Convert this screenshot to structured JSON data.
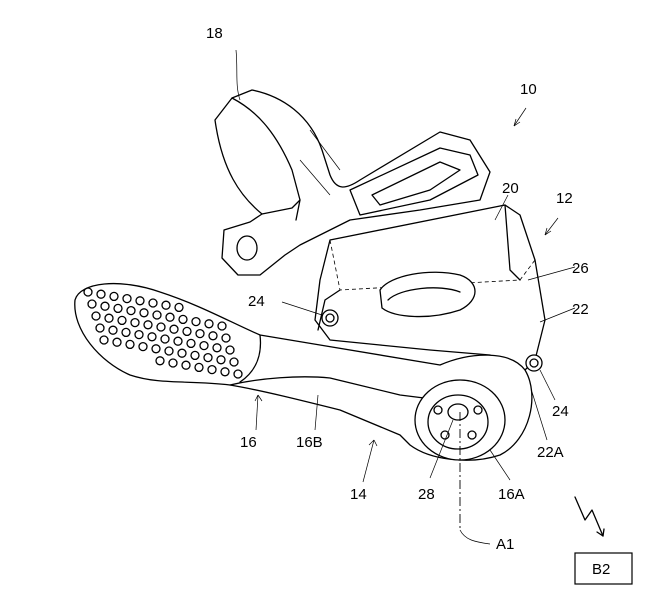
{
  "figure": {
    "labels": {
      "l18": "18",
      "l10": "10",
      "l20": "20",
      "l12": "12",
      "l26": "26",
      "l24a": "24",
      "l22": "22",
      "l24b": "24",
      "l22A": "22A",
      "l16": "16",
      "l16B": "16B",
      "l14": "14",
      "l28": "28",
      "l16A": "16A",
      "lA1": "A1"
    },
    "view_box_label": "B2"
  }
}
